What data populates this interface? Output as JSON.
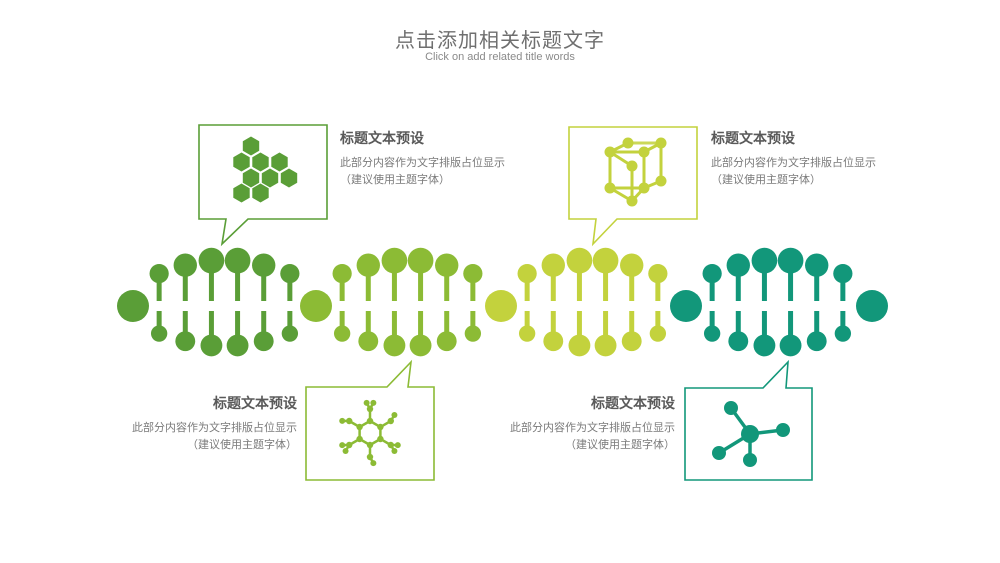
{
  "header": {
    "title": "点击添加相关标题文字",
    "subtitle": "Click on add related title words"
  },
  "colors": {
    "green1": "#5a9e37",
    "green2": "#8cbb35",
    "green3": "#c3d23d",
    "teal": "#12977a"
  },
  "blocks": [
    {
      "title": "标题文本预设",
      "line1": "此部分内容作为文字排版占位显示",
      "line2": "（建议使用主题字体）",
      "icon": "hexagon-cluster-icon"
    },
    {
      "title": "标题文本预设",
      "line1": "此部分内容作为文字排版占位显示",
      "line2": "（建议使用主题字体）",
      "icon": "cube-molecule-icon"
    },
    {
      "title": "标题文本预设",
      "line1": "此部分内容作为文字排版占位显示",
      "line2": "（建议使用主题字体）",
      "icon": "ring-molecule-icon"
    },
    {
      "title": "标题文本预设",
      "line1": "此部分内容作为文字排版占位显示",
      "line2": "（建议使用主题字体）",
      "icon": "network-molecule-icon"
    }
  ]
}
